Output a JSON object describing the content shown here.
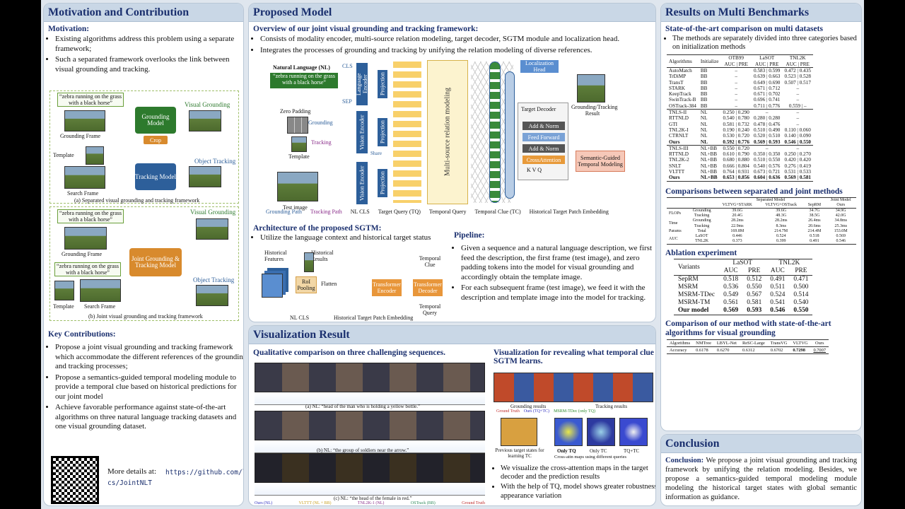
{
  "colors": {
    "title_bg": "#c9d7e6",
    "title_fg": "#1a2f6e",
    "accent_green": "#2d7a2d",
    "accent_blue": "#2d5f9a",
    "accent_orange": "#d88a2d"
  },
  "motivation": {
    "title": "Motivation and Contribution",
    "sub_motivation": "Motivation:",
    "points": [
      "Existing algorithms address this problem using a separate framework;",
      "Such a separated framework overlooks the link between visual grounding and tracking."
    ],
    "fig_a": {
      "quote": "“zebra running on the grass with a black horse”",
      "grounding_model": "Grounding Model",
      "visual_grounding": "Visual Grounding",
      "grounding_frame": "Grounding Frame",
      "crop": "Crop",
      "template": "Template",
      "tracking_model": "Tracking Model",
      "object_tracking": "Object Tracking",
      "search_frame": "Search Frame",
      "caption": "(a) Separated visual grounding and tracking framework"
    },
    "fig_b": {
      "quote": "“zebra running on the grass with a black horse”",
      "joint_model": "Joint Grounding & Tracking Model",
      "visual_grounding": "Visual Grounding",
      "object_tracking": "Object Tracking",
      "grounding_frame": "Grounding Frame",
      "template": "Template",
      "search_frame": "Search  Frame",
      "caption": "(b) Joint visual grounding and tracking framework"
    },
    "sub_contrib": "Key Contributions:",
    "contribs": [
      "Propose a joint visual grounding and tracking framework which accommodate the different references of the grounding and tracking processes;",
      "Propose a semantics-guided temporal modeling module to provide a temporal clue based on historical predictions for our joint model",
      "Achieve favorable performance against state-of-the-art algorithms on three natural language tracking datasets and one visual grounding dataset."
    ],
    "more": "More details at:",
    "link": "https://github.com/lizhou-cs/JointNLT"
  },
  "proposed": {
    "title": "Proposed Model",
    "overview_head": "Overview of our joint visual grounding and tracking framework:",
    "overview": [
      "Consists of modality encoder, multi-source relation modeling, target decoder, SGTM module and localization head.",
      "Integrates the processes of grounding and tracking by unifying the relation modeling of diverse references."
    ],
    "diagram": {
      "nl_label": "Natural Language (NL)",
      "nl_quote": "“zebra running on the grass with a black horse”",
      "cls": "CLS",
      "sep": "SEP",
      "zero_padding": "Zero Padding",
      "grounding": "Grounding",
      "tracking": "Tracking",
      "template": "Template",
      "test_image": "Test image",
      "lang_encoder": "Language Encoder",
      "vision_encoder": "Vision Encoder",
      "projection": "Projection",
      "shared": "Share",
      "mrm": "Multi-source relation modeling",
      "loc_head": "Localization Head",
      "target_decoder": "Target Decoder",
      "add_norm": "Add & Norm",
      "feed_forward": "Feed Forward",
      "cross_attn": "CrossAttention",
      "kvq": [
        "K",
        "V",
        "Q"
      ],
      "result": "Grounding/Tracking Result",
      "sgtm": "Semantic-Guided Temporal Modeling"
    },
    "legend": [
      "Grounding Path",
      "Tracking Path",
      "NL CLS",
      "Target Query (TQ)",
      "Temporal Query",
      "Temporal Clue (TC)",
      "Historical Target Patch Embedding"
    ],
    "sgtm_head": "Architecture of the proposed SGTM:",
    "sgtm_point": "Utilize the language context and historical target status",
    "sgtm_fig": {
      "hist_feat": "Historical Features",
      "hist_res": "Historical Results",
      "roi": "RoI Pooling",
      "flatten": "Flatten",
      "enc": "Transformer Encoder",
      "dec": "Transformer Decoder",
      "temporal_clue": "Temporal Clue",
      "temporal_query": "Temporal Query",
      "legend_cls": "NL CLS",
      "legend_hist": "Historical Target Patch Embedding"
    },
    "pipeline_head": "Pipeline:",
    "pipeline": [
      "Given a sequence and a natural language description, we first feed the description, the first frame (test image), and zero padding tokens into the model for visual grounding and accordingly obtain the template image.",
      "For each subsequent frame (test image), we feed it with the description and template image into the model for tracking."
    ]
  },
  "vis": {
    "title": "Visualization Result",
    "qual_head": "Qualitative comparison on three challenging sequences.",
    "seq_captions": [
      "(a) NL: “head of the man who is holding a yellow bottle.”",
      "(b) NL: “the group of soldiers near the arrow.”",
      "(c) NL: “the head of the female in red.”"
    ],
    "legend": [
      "Ours (NL)",
      "VLTTT (NL + BB)",
      "TNL2K-1 (NL)",
      "OSTrack (BB)",
      "Ground Truth"
    ],
    "clue_head": "Visualization for revealing what temporal clue SGTM learns.",
    "clue_labels": [
      "Grounding results",
      "Tracking results",
      "Ground Truth",
      "Ours (TQ+TC)",
      "MSRM-TDec (only TQ)",
      "Previous target states for learning TC",
      "Only TQ",
      "Only TC",
      "TQ+TC",
      "Cross-attn maps using different queries"
    ],
    "points": [
      "We visualize the cross-attention maps in the target decoder and the prediction results",
      "With the help of TQ, model shows greater robustness to appearance variation"
    ]
  },
  "results": {
    "title": "Results on Multi Benchmarks",
    "sota_head": "State-of-the-art comparison on multi datasets",
    "sota_point": "The methods are separately divided into three categories based on initialization methods",
    "t1_head": [
      "Algorithms",
      "Initialize",
      "OTB99",
      "LaSOT",
      "TNL2K"
    ],
    "t1_sub": "AUC | PRE",
    "t1_rows": [
      [
        "AutoMatch",
        "BB",
        "–",
        "0.583 | 0.599",
        "0.472 | 0.435"
      ],
      [
        "TrDiMP",
        "BB",
        "–",
        "0.639 | 0.663",
        "0.523 | 0.528"
      ],
      [
        "TransT",
        "BB",
        "–",
        "0.649 | 0.690",
        "0.507 | 0.517"
      ],
      [
        "STARK",
        "BB",
        "–",
        "0.671 | 0.712",
        "–"
      ],
      [
        "KeepTrack",
        "BB",
        "–",
        "0.671 | 0.702",
        "–"
      ],
      [
        "SwinTrack-B",
        "BB",
        "–",
        "0.696 | 0.741",
        "–"
      ],
      [
        "OSTrack-384",
        "BB",
        "–",
        "0.711 | 0.776",
        "0.559 | –"
      ],
      [
        "TNLS-II",
        "NL",
        "0.250 | 0.290",
        "–",
        "–"
      ],
      [
        "RTTNLD",
        "NL",
        "0.540 | 0.780",
        "0.280 | 0.280",
        "–"
      ],
      [
        "GTI",
        "NL",
        "0.581 | 0.732",
        "0.478 | 0.476",
        "–"
      ],
      [
        "TNL2K-I",
        "NL",
        "0.190 | 0.240",
        "0.510 | 0.490",
        "0.110 | 0.060"
      ],
      [
        "CTRNLT",
        "NL",
        "0.530 | 0.720",
        "0.520 | 0.510",
        "0.140 | 0.090"
      ],
      [
        "Ours",
        "NL",
        "0.592 | 0.776",
        "0.569 | 0.593",
        "0.546 | 0.550"
      ],
      [
        "TNLS-III",
        "NL+BB",
        "0.550 | 0.720",
        "–",
        "–"
      ],
      [
        "RTTNLD",
        "NL+BB",
        "0.610 | 0.790",
        "0.350 | 0.350",
        "0.250 | 0.270"
      ],
      [
        "TNL2K-2",
        "NL+BB",
        "0.680 | 0.880",
        "0.510 | 0.550",
        "0.420 | 0.420"
      ],
      [
        "SNLT",
        "NL+BB",
        "0.666 | 0.804",
        "0.540 | 0.576",
        "0.276 | 0.419"
      ],
      [
        "VLTTT",
        "NL+BB",
        "0.764 | 0.931",
        "0.673 | 0.721",
        "0.531 | 0.533"
      ],
      [
        "Ours",
        "NL+BB",
        "0.653 | 0.856",
        "0.604 | 0.636",
        "0.569 | 0.581"
      ]
    ],
    "cmp_head": "Comparisons between separated and joint methods",
    "t2_head": [
      "",
      "",
      "Separated Model",
      "",
      "",
      "Joint Model"
    ],
    "t2_sub": [
      "",
      "",
      "VLTVG+STARK",
      "VLTVG+OSTrack",
      "SepRM",
      "Ours"
    ],
    "t2_rows": [
      [
        "FLOPs",
        "Grounding\nTracking",
        "39.6G\n20.4G",
        "39.6G\n48.3G",
        "34.7G\n38.5G",
        "34.9G\n42.0G"
      ],
      [
        "Time",
        "Grounding\nTracking",
        "28.2ms\n22.9ms",
        "28.2ms\n8.3ms",
        "26.4ms\n20.6ms",
        "34.8ms\n25.3ms"
      ],
      [
        "Params",
        "Total",
        "169.8M",
        "214.7M",
        "214.4M",
        "153.0M"
      ],
      [
        "AUC",
        "LaSOT\nTNL2K",
        "0.446\n0.373",
        "0.524\n0.399",
        "0.518\n0.491",
        "0.569\n0.546"
      ]
    ],
    "abl_head": "Ablation experiment",
    "t3_head": [
      "Variants",
      "LaSOT",
      "TNL2K"
    ],
    "t3_sub": [
      "AUC",
      "PRE",
      "AUC",
      "PRE"
    ],
    "t3_rows": [
      [
        "SepRM",
        "0.518",
        "0.512",
        "0.491",
        "0.471"
      ],
      [
        "MSRM",
        "0.536",
        "0.550",
        "0.511",
        "0.500"
      ],
      [
        "MSRM-TDec",
        "0.549",
        "0.567",
        "0.524",
        "0.514"
      ],
      [
        "MSRM-TM",
        "0.561",
        "0.581",
        "0.541",
        "0.540"
      ],
      [
        "Our model",
        "0.569",
        "0.593",
        "0.546",
        "0.550"
      ]
    ],
    "vg_head": "Comparison of our method with state-of-the-art algorithms for visual grounding",
    "t4_head": [
      "Algorithms",
      "NMTree",
      "LBYL-Net",
      "ReSC-Large",
      "TransVG",
      "VLTVG",
      "Ours"
    ],
    "t4_row": [
      "Accuracy",
      "0.6178",
      "0.6270",
      "0.6312",
      "0.6702",
      "0.7298",
      "0.7007"
    ]
  },
  "conclusion": {
    "title": "Conclusion",
    "label": "Conclusion:",
    "text": "We propose a joint visual grounding and tracking framework by unifying the relation modeling. Besides, we propose a semantics-guided temporal modeling module modeling the historical target states with global semantic information as guidance."
  }
}
